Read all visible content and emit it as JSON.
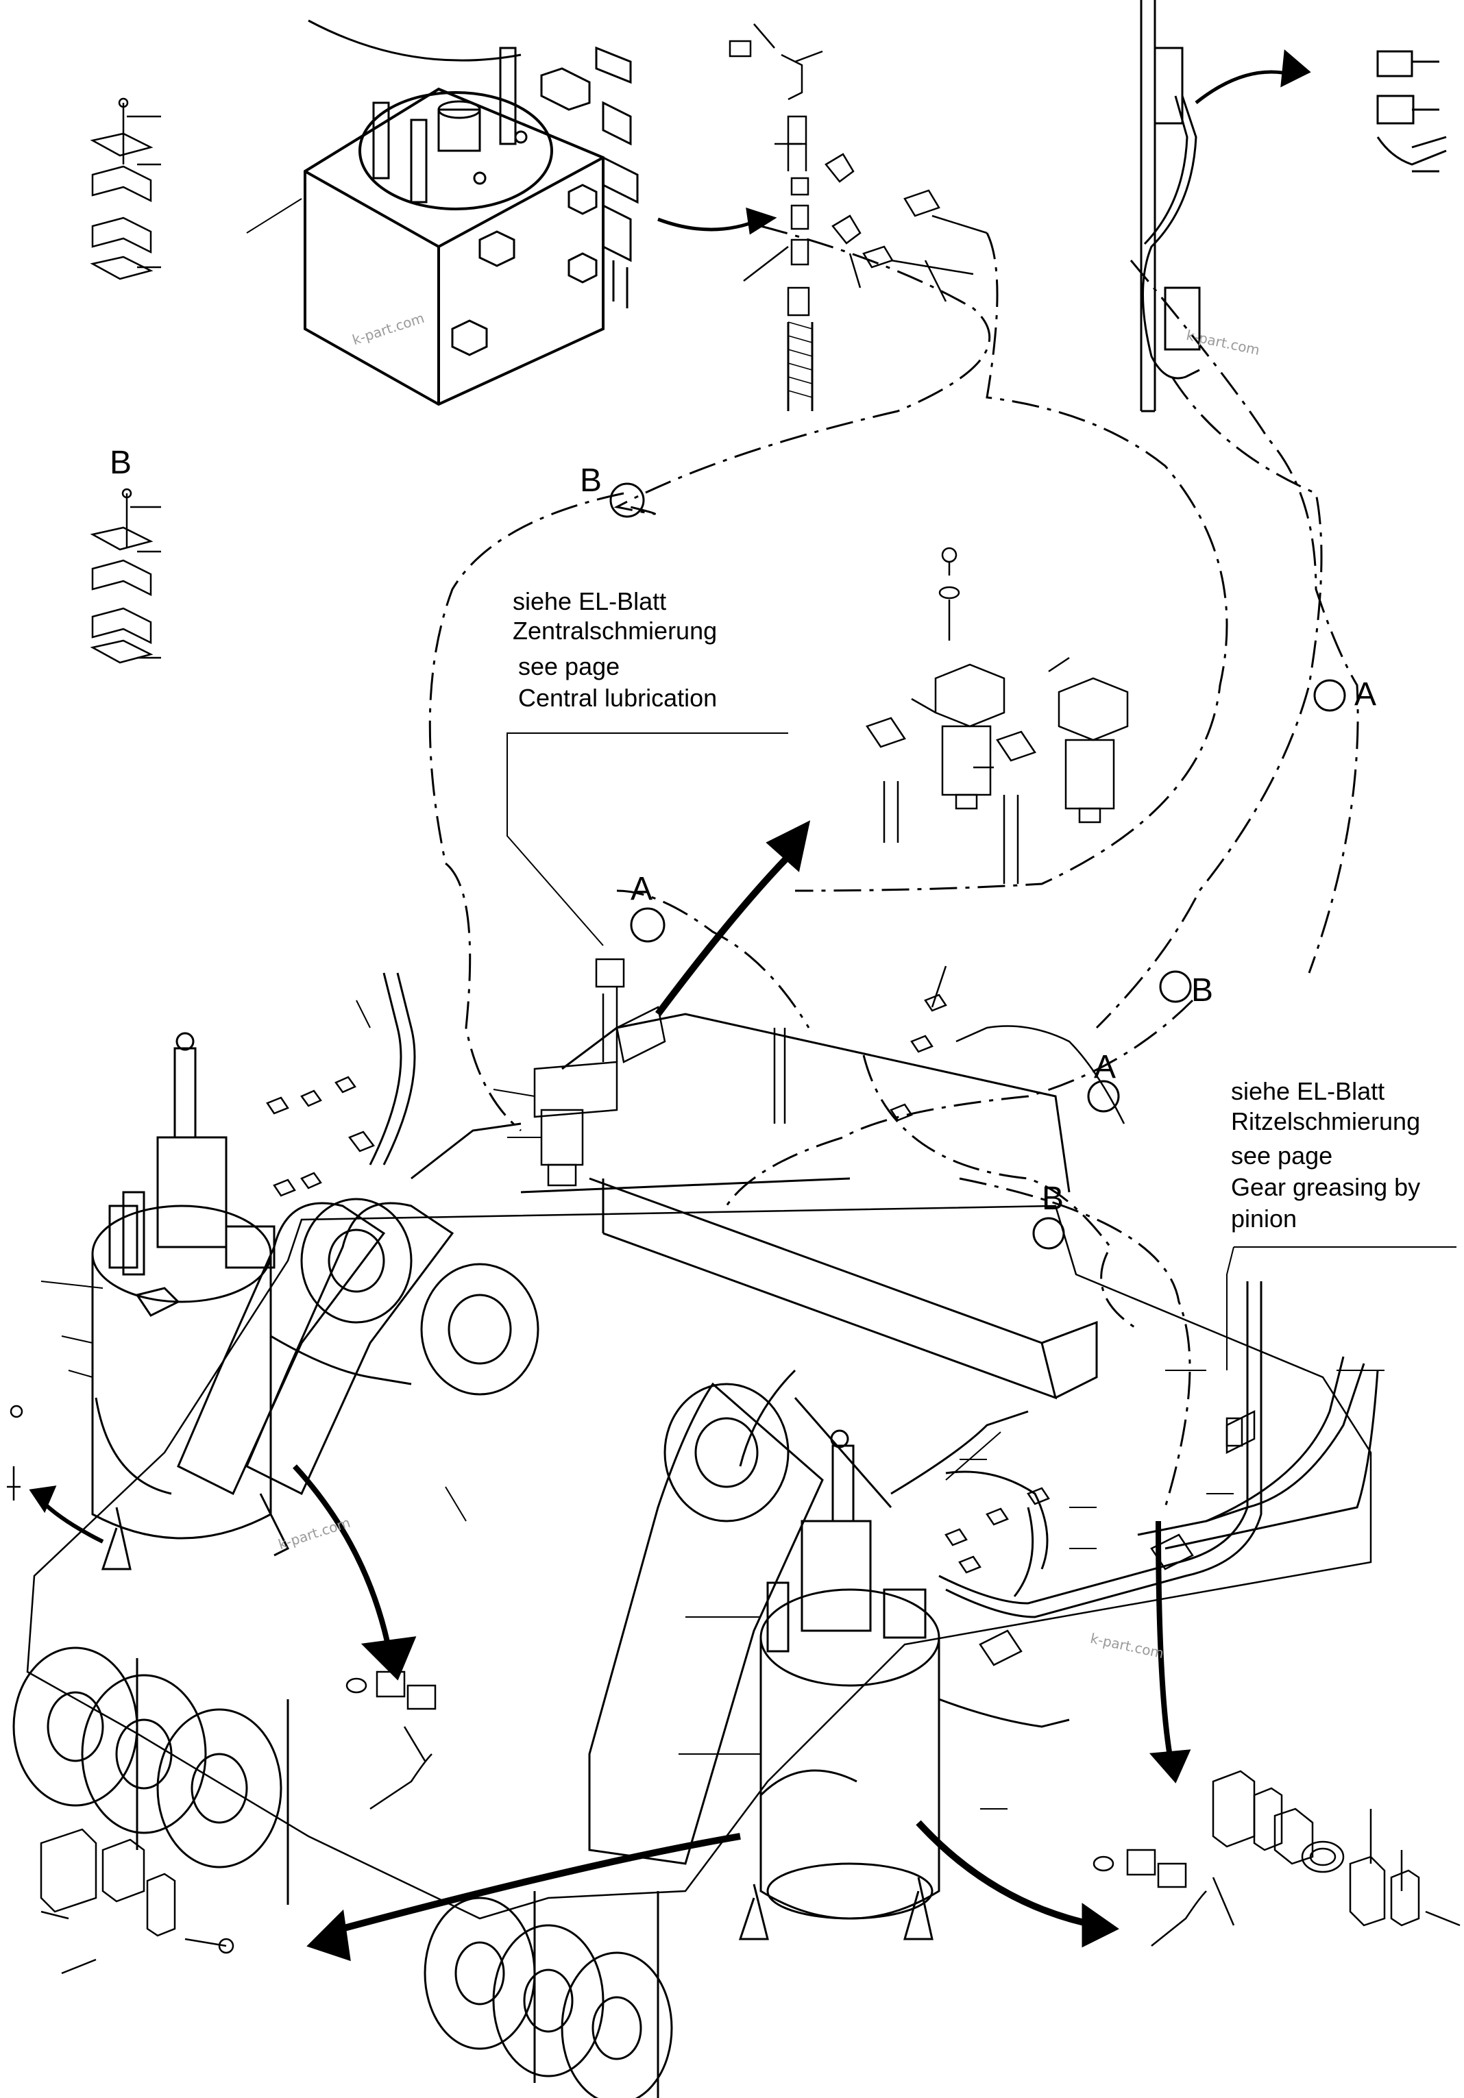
{
  "notes": {
    "central": {
      "line1": "siehe EL-Blatt",
      "line2": "Zentralschmierung",
      "line3": "see page",
      "line4": "Central lubrication"
    },
    "gear": {
      "line1": "siehe EL-Blatt",
      "line2": "Ritzelschmierung",
      "line3": "see page",
      "line4": "Gear greasing by",
      "line5": "pinion"
    }
  },
  "markers": {
    "b_left_label": "B",
    "b_top_label": "B",
    "a_right_label": "A",
    "a_center_label": "A",
    "b_right_label": "B",
    "a_mid_label": "A",
    "b_mid_label": "B"
  },
  "watermark": "k-part.com",
  "colors": {
    "line": "#000000",
    "watermark": "#9a9a9a",
    "background": "#ffffff"
  }
}
